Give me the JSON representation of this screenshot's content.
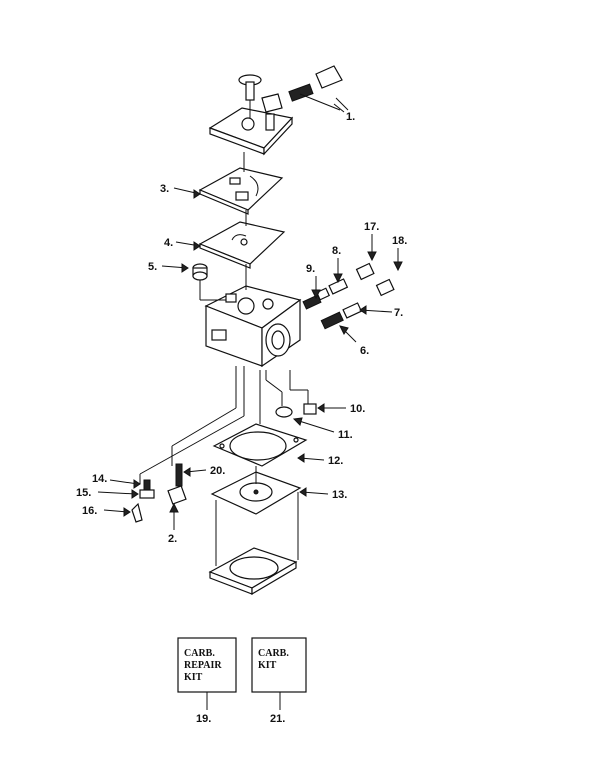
{
  "part_labels": {
    "p1": "1.",
    "p2": "2.",
    "p3": "3.",
    "p4": "4.",
    "p5": "5.",
    "p6": "6.",
    "p7": "7.",
    "p8": "8.",
    "p9": "9.",
    "p10": "10.",
    "p11": "11.",
    "p12": "12.",
    "p13": "13.",
    "p14": "14.",
    "p15": "15.",
    "p16": "16.",
    "p17": "17.",
    "p18": "18.",
    "p19": "19.",
    "p20": "20.",
    "p21": "21."
  },
  "kits": {
    "repair": {
      "line1": "CARB.",
      "line2": "REPAIR",
      "line3": "KIT"
    },
    "kit": {
      "line1": "CARB.",
      "line2": "KIT"
    }
  }
}
